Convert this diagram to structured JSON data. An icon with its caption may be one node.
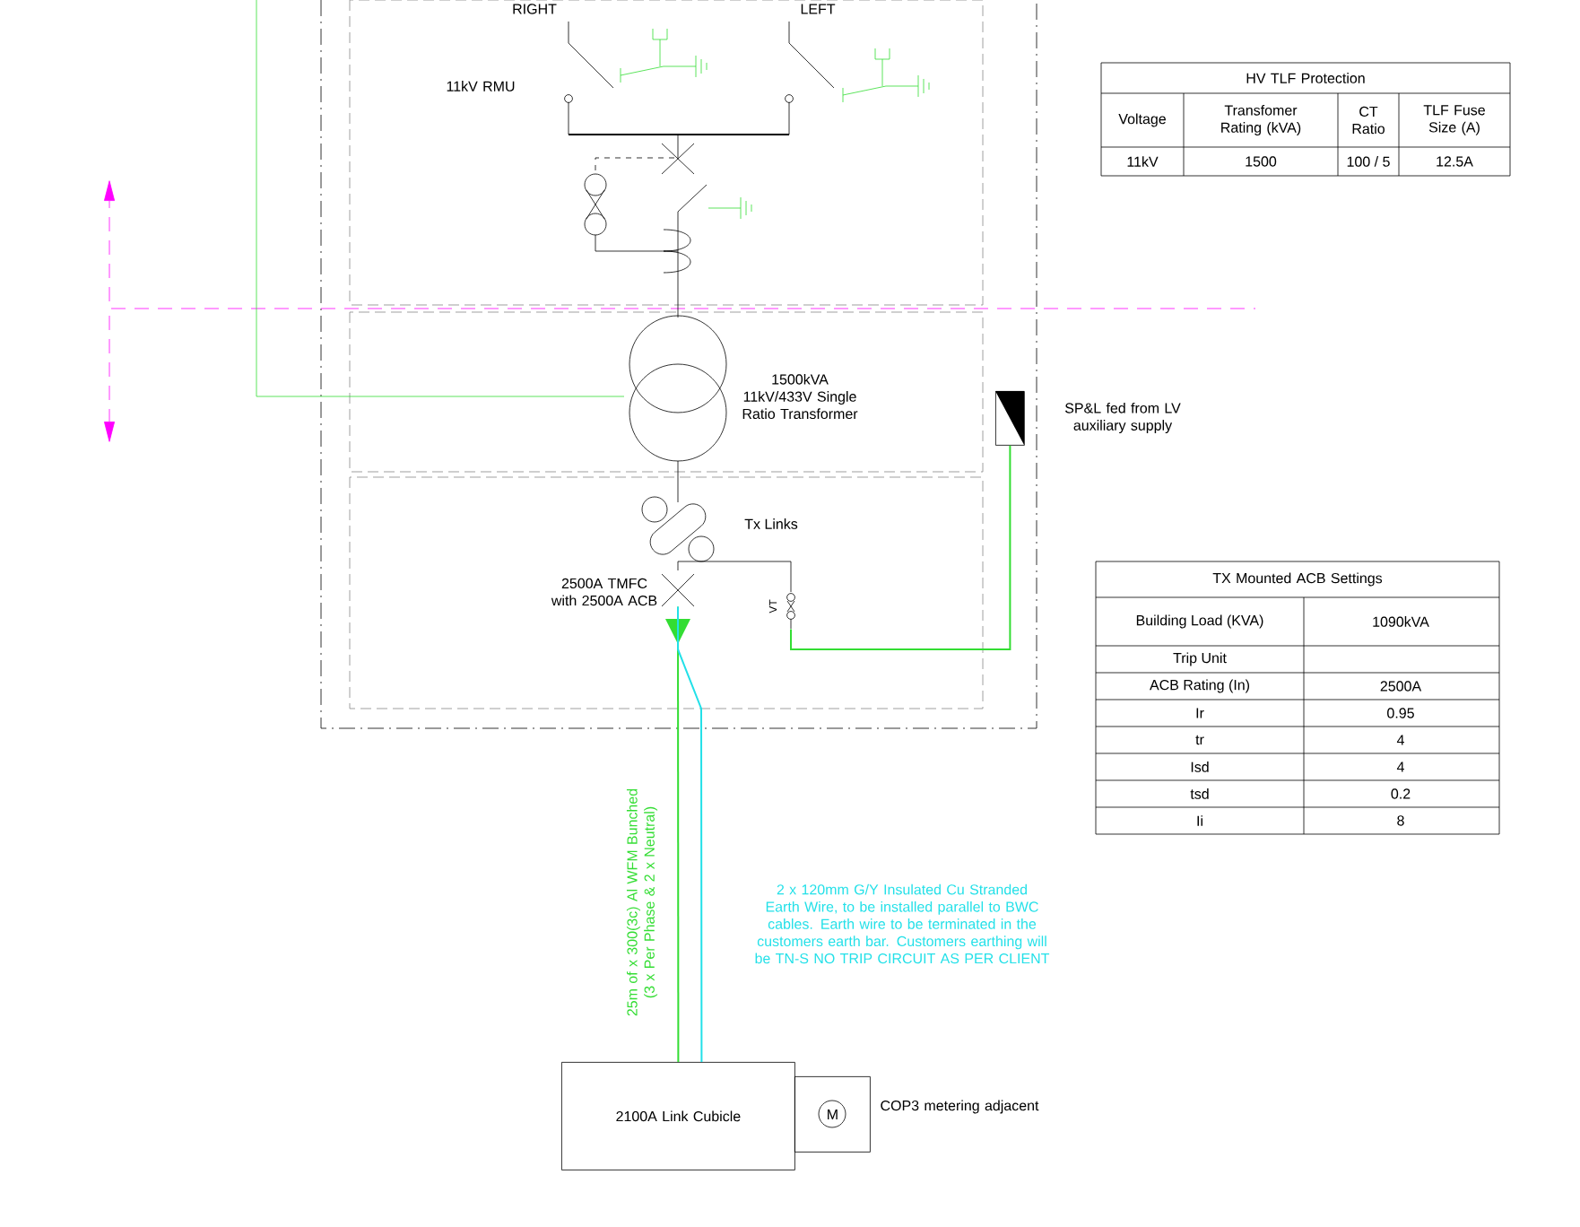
{
  "diagram": {
    "nodes": [
      {
        "text": [
          "2100A Link Cubicle"
        ]
      },
      {
        "text": [
          "M"
        ],
        "beside": [
          "COP3 metering adjacent"
        ]
      },
      {
        "text": [],
        "shape": "box",
        "beside": [
          "SP&L fed from LV auxiliary supply"
        ]
      },
      {
        "text": [],
        "shape": "cross"
      },
      {
        "text": [],
        "shape": "fuse"
      }
    ],
    "edges": [
      {
        "from": 3,
        "to": 0,
        "arrow": "to",
        "color": "#33dd33",
        "label": "25m of  x 300(3c) Al WFM Bunched (3 x Per Phase & 2 x Neutral)"
      },
      {
        "from": 3,
        "to": 0,
        "arrow": "none",
        "color": "#22e0e8"
      },
      {
        "from": 4,
        "to": 2,
        "arrow": "none",
        "color": "#33dd33"
      }
    ],
    "labels": [
      "RIGHT",
      "LEFT",
      "11kV RMU",
      "HV TLF Protection",
      "Voltage",
      "Transfomer Rating (kVA)",
      "CT Ratio",
      "TLF Fuse Size (A)",
      "11kV",
      "1500",
      "100 / 5",
      "12.5A",
      "1500kVA 11kV/433V Single Ratio Transformer",
      "Tx Links",
      "2500A TMFC with 2500A ACB",
      "VT",
      "TX Mounted ACB Settings",
      "Building Load (KVA)",
      "1090kVA",
      "Trip Unit",
      "ACB Rating (In)",
      "2500A",
      "Ir",
      "0.95",
      "tr",
      "4",
      "Isd",
      "4",
      "tsd",
      "0.2",
      "Ii",
      "8",
      "2 x 120mm G/Y Insulated Cu Stranded Earth Wire, to be installed parallel to BWC cables. Earth wire to be terminated in the customers earth bar. Customers earthing will be TN-S NO TRIP CIRCUIT AS PER CLIENT"
    ]
  }
}
